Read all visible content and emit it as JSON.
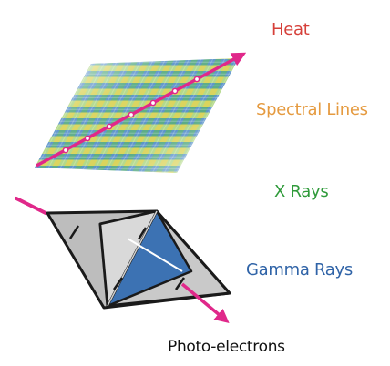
{
  "labels": {
    "heat": "Heat",
    "spectral_lines": "Spectral Lines",
    "x_rays": "X Rays",
    "gamma_rays": "Gamma Rays",
    "photo_electrons": "Photo-electrons"
  },
  "colors": {
    "heat": "#d6403a",
    "spectral_lines": "#e59a3f",
    "x_rays": "#2f9a3a",
    "gamma_rays": "#2f63a7",
    "photo_electrons": "#111111",
    "arrow": "#e0288a",
    "lattice_blue": "#4a88c4",
    "lattice_yellow": "#d6cf4a",
    "lattice_green": "#49a37a",
    "lattice_pink": "#e24f8a",
    "crystal_gray": "#bdbdbd",
    "crystal_blue": "#3c72b3"
  },
  "icons": [
    "incoming-arrow-icon",
    "outgoing-arrow-icon",
    "lattice-icon",
    "crystal-icon"
  ]
}
